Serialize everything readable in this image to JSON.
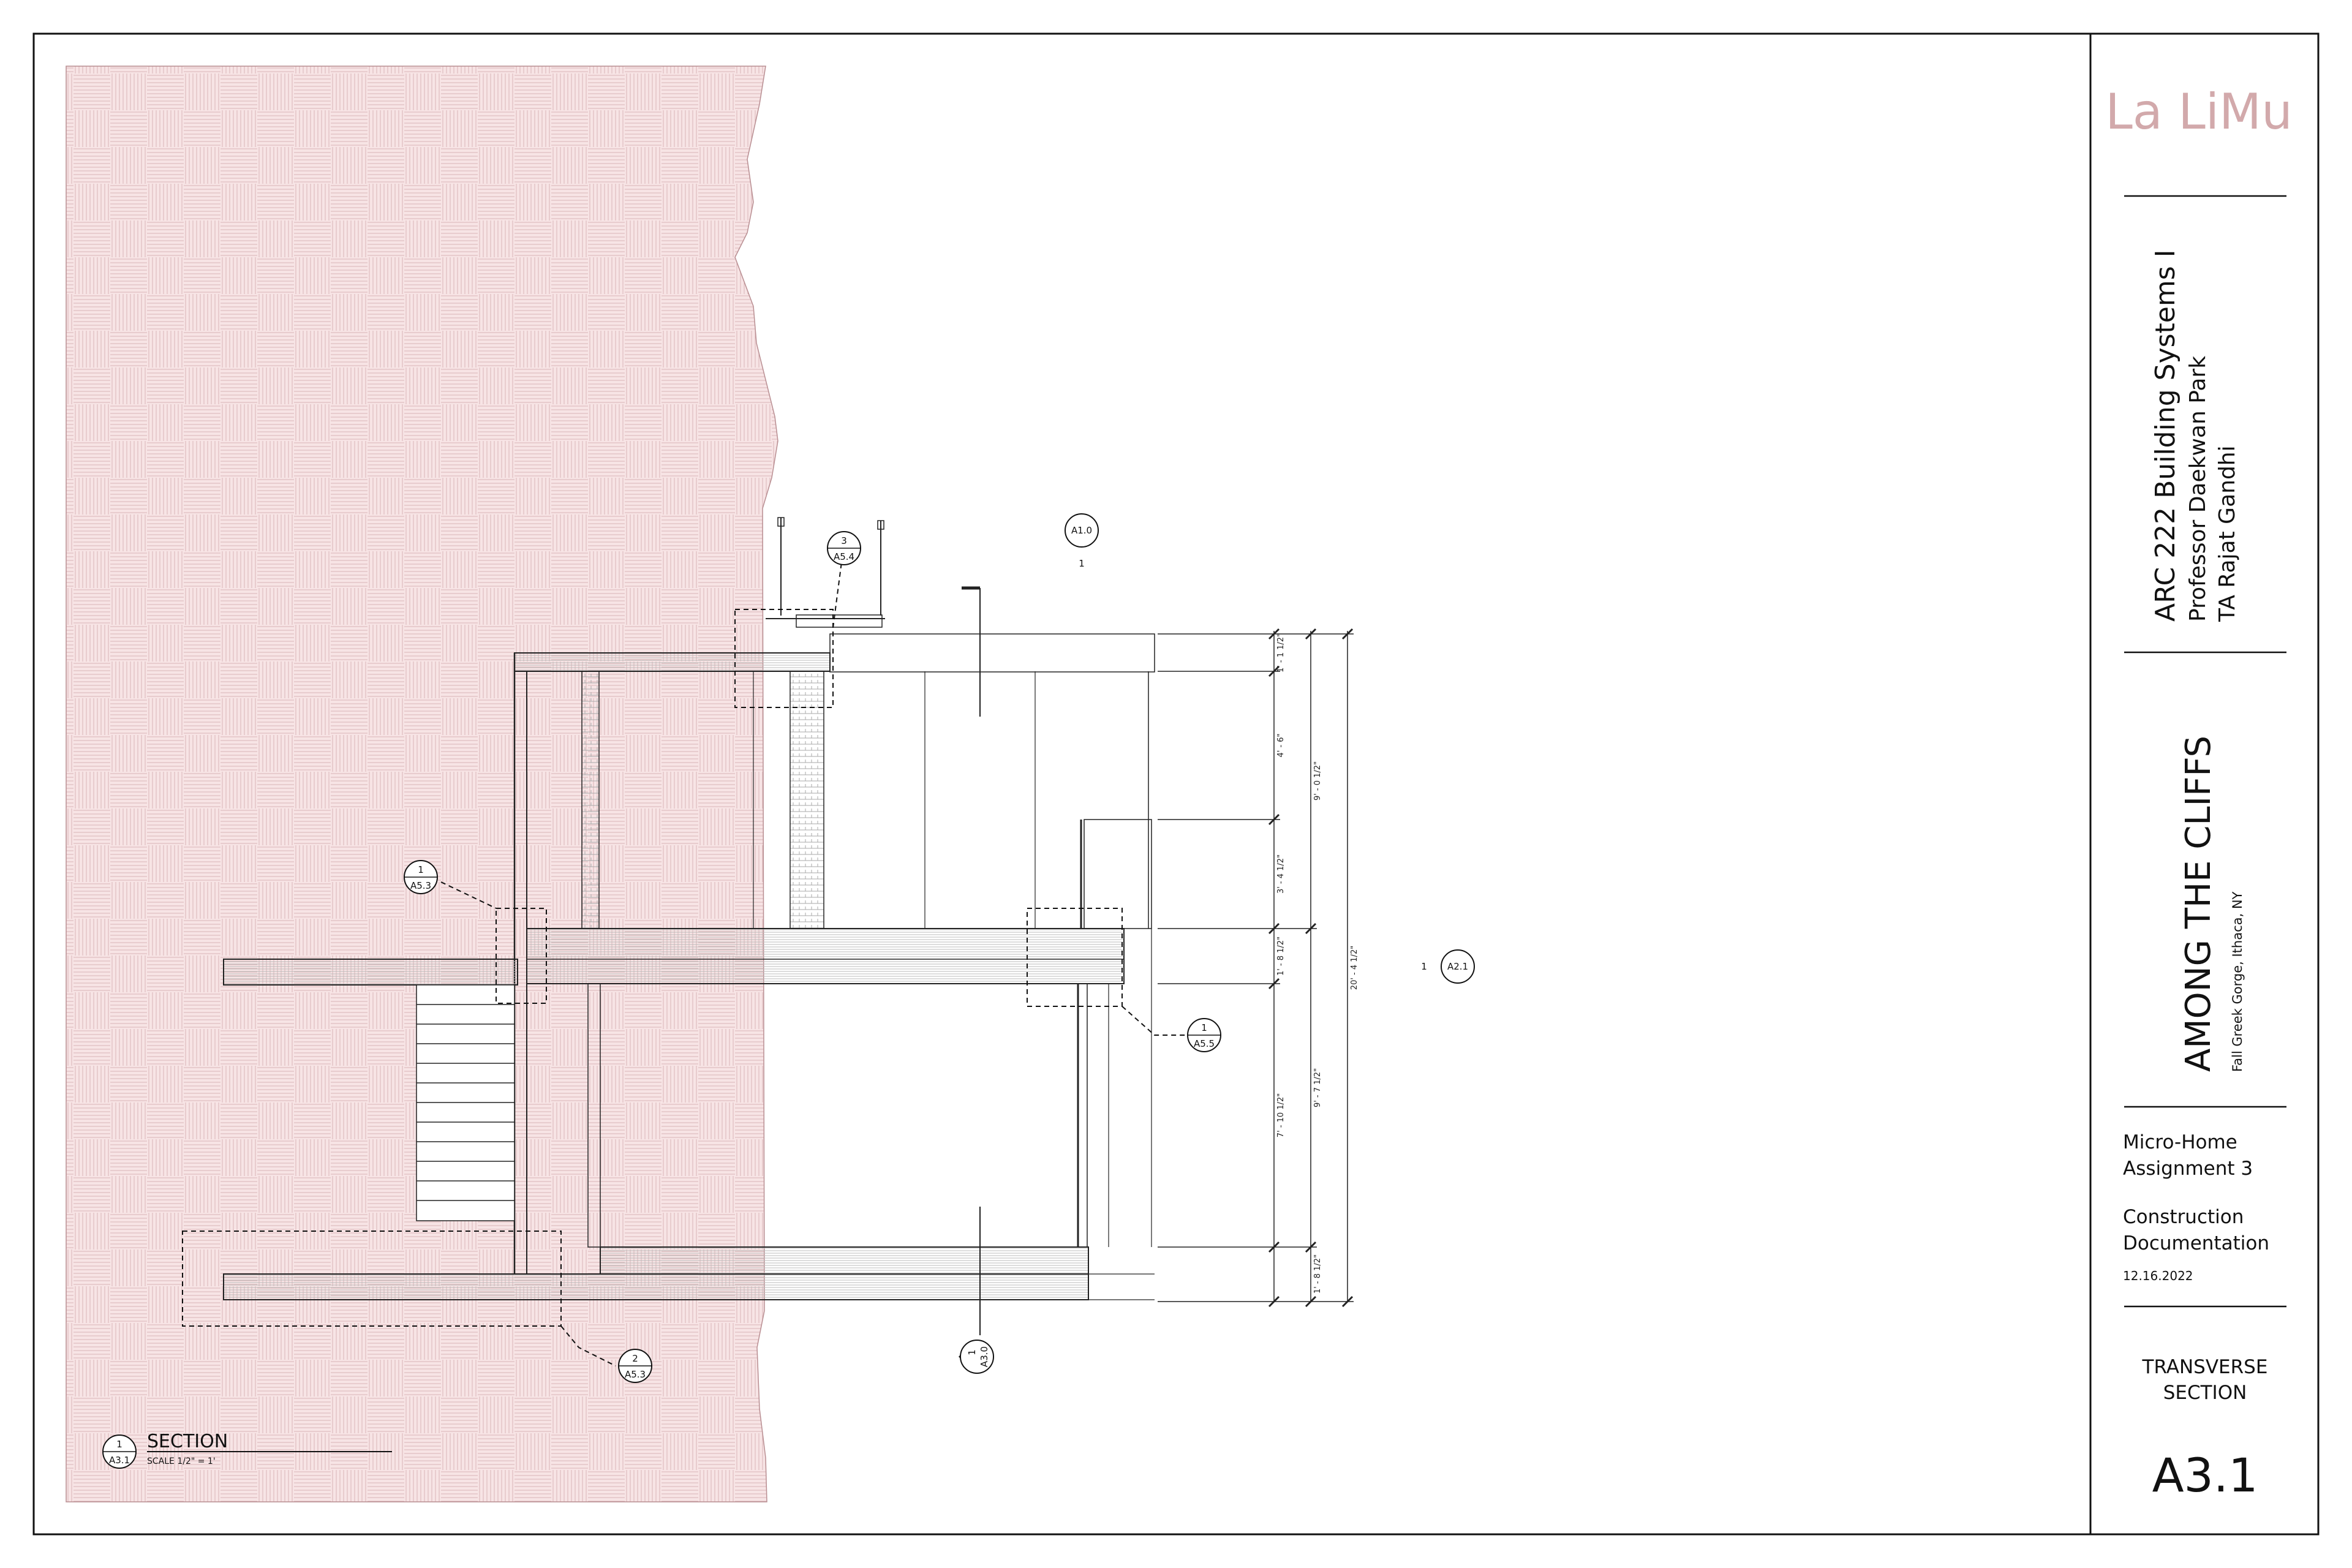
{
  "title_block": {
    "logo": "La LiMu",
    "course": "ARC 222 Building Systems I",
    "professor": "Professor Daekwan Park",
    "ta": "TA Rajat Gandhi",
    "project": "AMONG THE CLIFFS",
    "location": "Fall Greek Gorge, Ithaca, NY",
    "assignment_line1": "Micro-Home",
    "assignment_line2": "Assignment 3",
    "phase_line1": "Construction",
    "phase_line2": "Documentation",
    "date": "12.16.2022",
    "sheet_title_line1": "TRANSVERSE",
    "sheet_title_line2": "SECTION",
    "sheet_number": "A3.1"
  },
  "drawing_label": {
    "number": "1",
    "sheet": "A3.1",
    "title": "SECTION",
    "scale": "SCALE 1/2\" = 1'"
  },
  "callouts": [
    {
      "id": "callout-3-a54",
      "number": "3",
      "sheet": "A5.4"
    },
    {
      "id": "callout-1-a53",
      "number": "1",
      "sheet": "A5.3"
    },
    {
      "id": "callout-1-a55",
      "number": "1",
      "sheet": "A5.5"
    },
    {
      "id": "callout-2-a53",
      "number": "2",
      "sheet": "A5.3"
    }
  ],
  "section_markers": [
    {
      "id": "marker-a10",
      "sheet": "A1.0",
      "number": "1"
    },
    {
      "id": "marker-a21",
      "sheet": "A2.1",
      "number": "1"
    },
    {
      "id": "marker-a30",
      "sheet": "A3.0",
      "number": "1"
    }
  ],
  "dimensions": {
    "d1": "1' - 1 1/2\"",
    "d2": "4' - 6\"",
    "d3": "3' - 4 1/2\"",
    "d4": "1' - 8 1/2\"",
    "d5": "7' - 10 1/2\"",
    "d6": "1' - 8 1/2\"",
    "mid1": "9' - 0 1/2\"",
    "mid2": "9' - 7 1/2\"",
    "total": "20' - 4 1/2\""
  },
  "colors": {
    "rock": "#f6e3e4",
    "rock_hatch": "#d6aeb1",
    "logo": "#d2a9ab",
    "line": "#111111"
  }
}
